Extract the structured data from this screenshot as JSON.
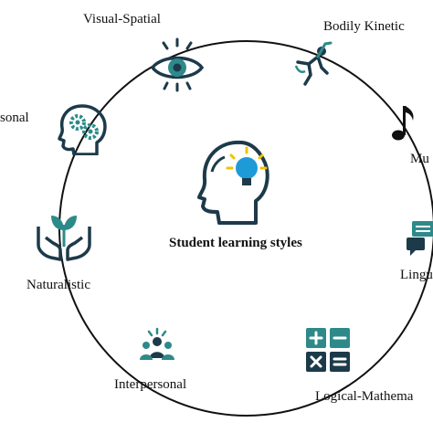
{
  "diagram": {
    "center_label": "Student learning styles",
    "styles": [
      {
        "label": "Visual-Spatial",
        "icon": "eye-icon"
      },
      {
        "label": "Bodily Kinetic",
        "icon": "dancer-icon"
      },
      {
        "label": "Mu",
        "icon": "music-note-icon"
      },
      {
        "label": "Lingu",
        "icon": "speech-bubbles-icon"
      },
      {
        "label": "Logical-Mathema",
        "icon": "calculator-icon"
      },
      {
        "label": "Interpersonal",
        "icon": "group-icon"
      },
      {
        "label": "Naturalistic",
        "icon": "plant-in-hands-icon"
      },
      {
        "label": "sonal",
        "icon": "head-gears-icon"
      }
    ],
    "center_icon": "head-lightbulb-icon"
  },
  "colors": {
    "icon_dark": "#1d3a4a",
    "icon_teal": "#2e8a8a",
    "bulb_blue": "#1e9bd7",
    "bulb_yellow": "#f2c200",
    "circle": "#111111"
  }
}
